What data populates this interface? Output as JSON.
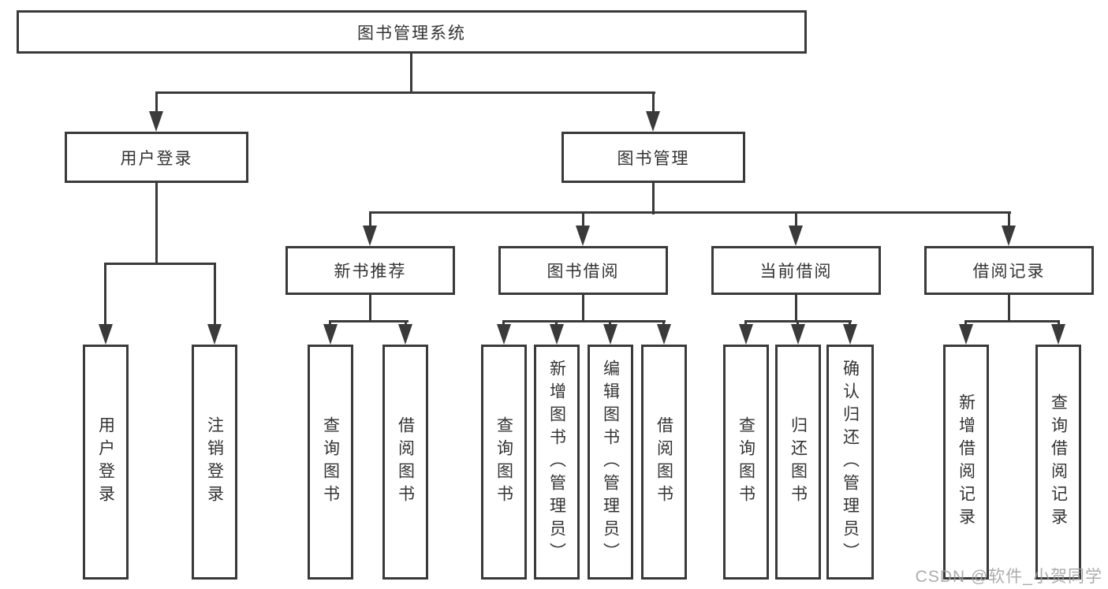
{
  "diagram": {
    "root": {
      "label": "图书管理系统"
    },
    "branches": [
      {
        "label": "用户登录",
        "children": [
          {
            "label": "用户登录"
          },
          {
            "label": "注销登录"
          }
        ]
      },
      {
        "label": "图书管理",
        "children": [
          {
            "label": "新书推荐",
            "children": [
              {
                "label": "查询图书"
              },
              {
                "label": "借阅图书"
              }
            ]
          },
          {
            "label": "图书借阅",
            "children": [
              {
                "label": "查询图书"
              },
              {
                "label": "新增图书（管理员）"
              },
              {
                "label": "编辑图书（管理员）"
              },
              {
                "label": "借阅图书"
              }
            ]
          },
          {
            "label": "当前借阅",
            "children": [
              {
                "label": "查询图书"
              },
              {
                "label": "归还图书"
              },
              {
                "label": "确认归还（管理员）"
              }
            ]
          },
          {
            "label": "借阅记录",
            "children": [
              {
                "label": "新增借阅记录"
              },
              {
                "label": "查询借阅记录"
              }
            ]
          }
        ]
      }
    ]
  },
  "watermark": "CSDN @软件_小贺同学",
  "colors": {
    "line": "#3a3a3a",
    "text": "#333333",
    "watermark": "#9e9e9e",
    "background": "#ffffff"
  }
}
